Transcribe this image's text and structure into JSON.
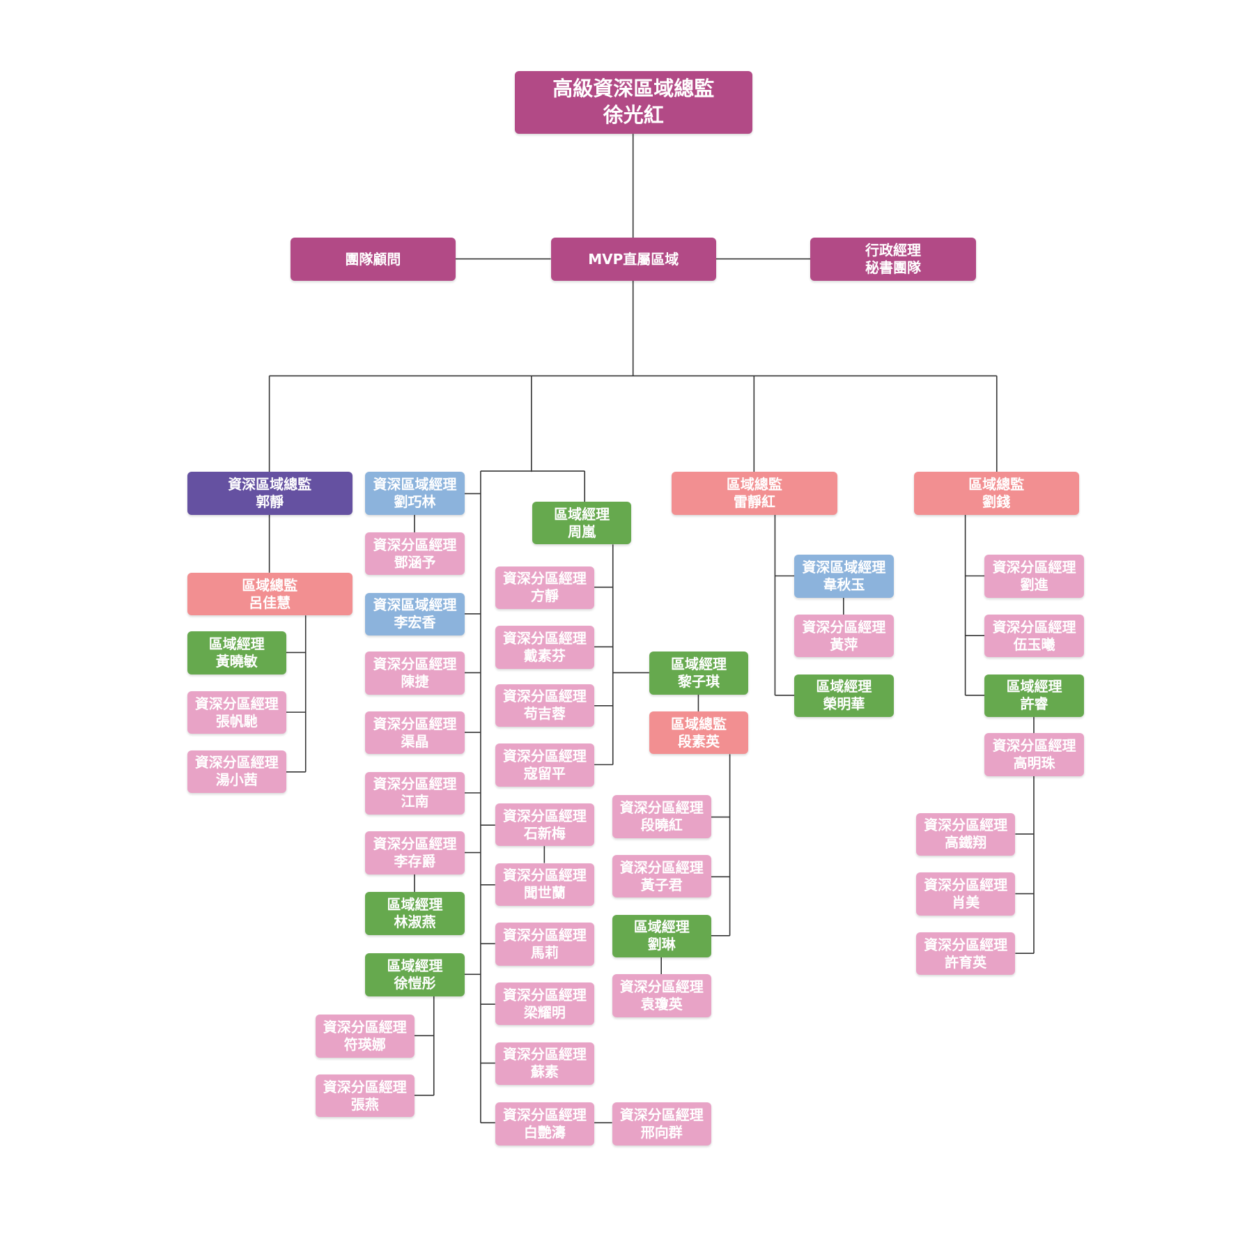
{
  "colors": {
    "magenta": "#B24A86",
    "purple": "#6551A1",
    "salmon": "#F28F91",
    "blue": "#8CB3DC",
    "green": "#66A94E",
    "pink": "#E8A3C6",
    "line": "#333333"
  },
  "nodes": [
    {
      "id": "top",
      "lines": [
        "高級資深區域總監",
        "徐光紅"
      ],
      "color": "magenta"
    },
    {
      "id": "advisor",
      "lines": [
        "團隊顧問"
      ],
      "color": "magenta"
    },
    {
      "id": "mvp",
      "lines": [
        "MVP直屬區域"
      ],
      "color": "magenta"
    },
    {
      "id": "admin",
      "lines": [
        "行政經理",
        "秘書團隊"
      ],
      "color": "magenta"
    },
    {
      "id": "guo",
      "lines": [
        "資深區域總監",
        "郭靜"
      ],
      "color": "purple"
    },
    {
      "id": "lv",
      "lines": [
        "區域總監",
        "呂佳慧"
      ],
      "color": "salmon"
    },
    {
      "id": "huangxm",
      "lines": [
        "區域經理",
        "黃曉敏"
      ],
      "color": "green"
    },
    {
      "id": "zhangfc",
      "lines": [
        "資深分區經理",
        "張帆馳"
      ],
      "color": "pink"
    },
    {
      "id": "tangxq",
      "lines": [
        "資深分區經理",
        "湯小茜"
      ],
      "color": "pink"
    },
    {
      "id": "liuql",
      "lines": [
        "資深區域經理",
        "劉巧林"
      ],
      "color": "blue"
    },
    {
      "id": "denghy",
      "lines": [
        "資深分區經理",
        "鄧涵予"
      ],
      "color": "pink"
    },
    {
      "id": "lihx",
      "lines": [
        "資深區域經理",
        "李宏香"
      ],
      "color": "blue"
    },
    {
      "id": "chenj",
      "lines": [
        "資深分區經理",
        "陳捷"
      ],
      "color": "pink"
    },
    {
      "id": "qujing",
      "lines": [
        "資深分區經理",
        "渠晶"
      ],
      "color": "pink"
    },
    {
      "id": "jiangnan",
      "lines": [
        "資深分區經理",
        "江南"
      ],
      "color": "pink"
    },
    {
      "id": "licj",
      "lines": [
        "資深分區經理",
        "李存爵"
      ],
      "color": "pink"
    },
    {
      "id": "linsy",
      "lines": [
        "區域經理",
        "林淑燕"
      ],
      "color": "green"
    },
    {
      "id": "xuky",
      "lines": [
        "區域經理",
        "徐愷彤"
      ],
      "color": "green"
    },
    {
      "id": "fuyn",
      "lines": [
        "資深分區經理",
        "符瑛娜"
      ],
      "color": "pink"
    },
    {
      "id": "zhangyan",
      "lines": [
        "資深分區經理",
        "張燕"
      ],
      "color": "pink"
    },
    {
      "id": "zhoul",
      "lines": [
        "區域經理",
        "周嵐"
      ],
      "color": "green"
    },
    {
      "id": "fangj",
      "lines": [
        "資深分區經理",
        "方靜"
      ],
      "color": "pink"
    },
    {
      "id": "daisf",
      "lines": [
        "資深分區經理",
        "戴素芬"
      ],
      "color": "pink"
    },
    {
      "id": "gouji",
      "lines": [
        "資深分區經理",
        "苟吉蓉"
      ],
      "color": "pink"
    },
    {
      "id": "koulp",
      "lines": [
        "資深分區經理",
        "寇留平"
      ],
      "color": "pink"
    },
    {
      "id": "shixm",
      "lines": [
        "資深分區經理",
        "石新梅"
      ],
      "color": "pink"
    },
    {
      "id": "wensl",
      "lines": [
        "資深分區經理",
        "聞世蘭"
      ],
      "color": "pink"
    },
    {
      "id": "mali",
      "lines": [
        "資深分區經理",
        "馬莉"
      ],
      "color": "pink"
    },
    {
      "id": "liangym",
      "lines": [
        "資深分區經理",
        "梁耀明"
      ],
      "color": "pink"
    },
    {
      "id": "susu",
      "lines": [
        "資深分區經理",
        "蘇素"
      ],
      "color": "pink"
    },
    {
      "id": "baiyt",
      "lines": [
        "資深分區經理",
        "白艷濤"
      ],
      "color": "pink"
    },
    {
      "id": "xingxq",
      "lines": [
        "資深分區經理",
        "邢向群"
      ],
      "color": "pink"
    },
    {
      "id": "lizq",
      "lines": [
        "區域經理",
        "黎子琪"
      ],
      "color": "green"
    },
    {
      "id": "duansy",
      "lines": [
        "區域總監",
        "段素英"
      ],
      "color": "salmon"
    },
    {
      "id": "duanxh",
      "lines": [
        "資深分區經理",
        "段曉紅"
      ],
      "color": "pink"
    },
    {
      "id": "huangzj",
      "lines": [
        "資深分區經理",
        "黃子君"
      ],
      "color": "pink"
    },
    {
      "id": "liulin",
      "lines": [
        "區域經理",
        "劉琳"
      ],
      "color": "green"
    },
    {
      "id": "yuanqy",
      "lines": [
        "資深分區經理",
        "袁瓊英"
      ],
      "color": "pink"
    },
    {
      "id": "leijh",
      "lines": [
        "區域總監",
        "雷靜紅"
      ],
      "color": "salmon"
    },
    {
      "id": "weiqy",
      "lines": [
        "資深區域經理",
        "韋秋玉"
      ],
      "color": "blue"
    },
    {
      "id": "huangping",
      "lines": [
        "資深分區經理",
        "黃萍"
      ],
      "color": "pink"
    },
    {
      "id": "rongmh",
      "lines": [
        "區域經理",
        "榮明華"
      ],
      "color": "green"
    },
    {
      "id": "liuqian",
      "lines": [
        "區域總監",
        "劉錢"
      ],
      "color": "salmon"
    },
    {
      "id": "liujin",
      "lines": [
        "資深分區經理",
        "劉進"
      ],
      "color": "pink"
    },
    {
      "id": "wuyx",
      "lines": [
        "資深分區經理",
        "伍玉曦"
      ],
      "color": "pink"
    },
    {
      "id": "xurui",
      "lines": [
        "區域經理",
        "許睿"
      ],
      "color": "green"
    },
    {
      "id": "gaomz",
      "lines": [
        "資深分區經理",
        "高明珠"
      ],
      "color": "pink"
    },
    {
      "id": "gaotx",
      "lines": [
        "資深分區經理",
        "高鐵翔"
      ],
      "color": "pink"
    },
    {
      "id": "xiaomei",
      "lines": [
        "資深分區經理",
        "肖美"
      ],
      "color": "pink"
    },
    {
      "id": "xuyy",
      "lines": [
        "資深分區經理",
        "許育英"
      ],
      "color": "pink"
    }
  ]
}
